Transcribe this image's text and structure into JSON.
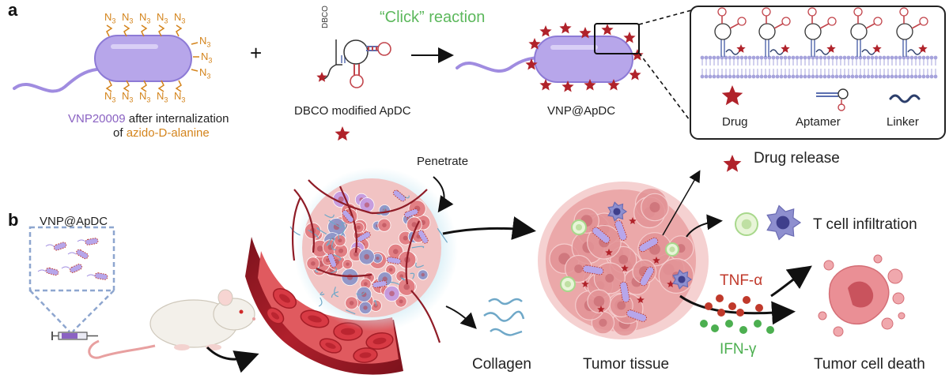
{
  "panel_a": {
    "letter": "a",
    "bacterium_caption_name": "VNP20009",
    "bacterium_caption_rest": " after internalization",
    "bacterium_caption_line2_prefix": "of ",
    "bacterium_caption_line2_highlight": "azido-D-alanine",
    "azide_label": "N",
    "azide_subscript": "3",
    "plus": "+",
    "dbco_tag": "DBCO",
    "apdc_caption": "DBCO modified ApDC",
    "reaction_label": "“Click” reaction",
    "product_caption": "VNP@ApDC",
    "legend": {
      "drug": "Drug",
      "aptamer": "Aptamer",
      "linker": "Linker"
    }
  },
  "panel_b": {
    "letter": "b",
    "injection_label": "VNP@ApDC",
    "penetrate_label": "Penetrate",
    "collagen_label": "Collagen",
    "tumor_tissue_label": "Tumor tissue",
    "drug_release_label": "Drug release",
    "t_cell_label": "T cell infiltration",
    "tnf_label": "TNF-α",
    "ifn_label": "IFN-γ",
    "tumor_death_label": "Tumor cell death"
  },
  "colors": {
    "bacterium": "#b7a6ea",
    "bacterium_outline": "#8d7ad6",
    "flagellum": "#a08ce0",
    "azide": "#d4841c",
    "star": "#b0222a",
    "aptamer_blue": "#5b6fb0",
    "aptamer_red": "#c2454c",
    "membrane": "#a6a3dc",
    "click_green": "#5cb85c",
    "vnp_purple": "#8a62c2",
    "tnf_red": "#c0392b",
    "ifn_green": "#4caf50",
    "vessel": "#9b1f2a",
    "tumor_pink": "#e9a1a3",
    "collagen_blue": "#6fa8c8"
  },
  "icons": {
    "drug": "star-drug-icon",
    "aptamer": "aptamer-hairpin-icon",
    "linker": "linker-wave-icon",
    "mouse": "mouse-icon",
    "syringe": "syringe-icon",
    "t_cell": "t-cell-icon",
    "dendritic_cell": "dendritic-cell-icon"
  }
}
